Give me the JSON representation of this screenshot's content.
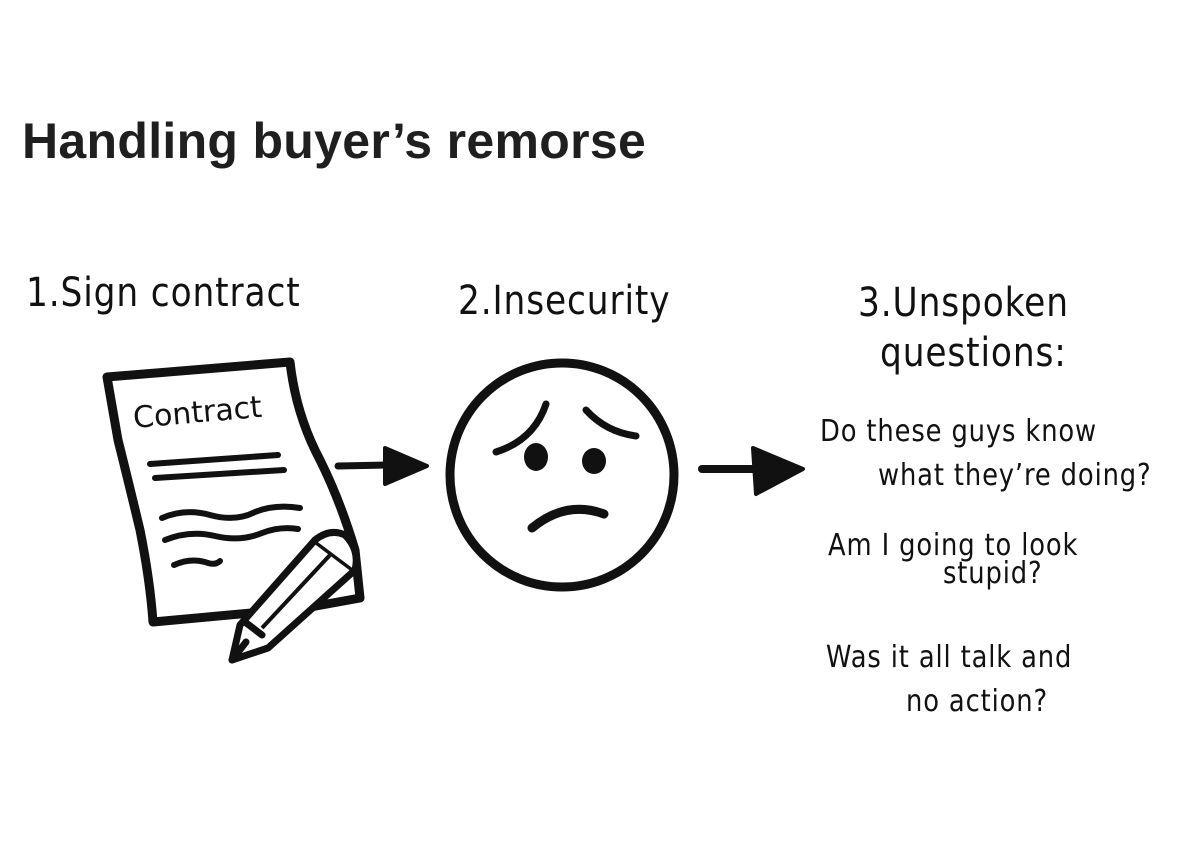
{
  "title": "Handling buyer’s remorse",
  "steps": [
    {
      "label": "1.Sign contract",
      "icon": "contract-document-with-pencil",
      "document_heading": "Contract"
    },
    {
      "label": "2.Insecurity",
      "icon": "worried-face"
    },
    {
      "label_line1": "3.Unspoken",
      "label_line2": "questions:",
      "questions": [
        {
          "line1": "Do these guys know",
          "line2": "what they’re doing?"
        },
        {
          "line1": "Am I going to look",
          "line2": "stupid?"
        },
        {
          "line1": "Was it all talk and",
          "line2": "no action?"
        }
      ]
    }
  ],
  "arrows": [
    {
      "from": "sign-contract",
      "to": "insecurity"
    },
    {
      "from": "insecurity",
      "to": "unspoken-questions"
    }
  ],
  "colors": {
    "ink": "#111111",
    "title": "#1f1f1f",
    "background": "#ffffff"
  }
}
